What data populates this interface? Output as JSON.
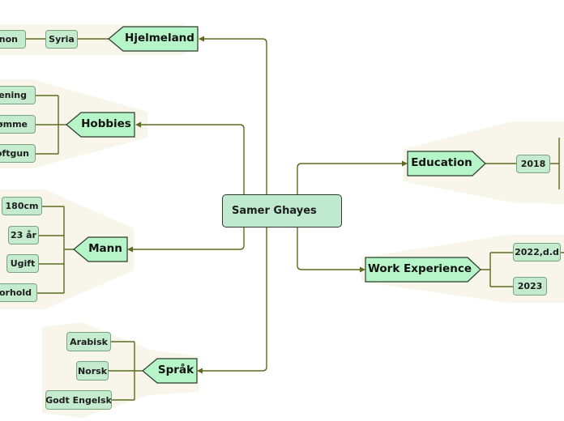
{
  "central": {
    "label": "Samer Ghayes"
  },
  "branches": [
    {
      "label": "Hjelmeland",
      "children": [
        "anon",
        "Syria"
      ]
    },
    {
      "label": "Hobbies",
      "children": [
        "Trening",
        "vømme",
        "softgun"
      ]
    },
    {
      "label": "Mann",
      "children": [
        "180cm",
        "23 år",
        "Ugift",
        "forhold"
      ]
    },
    {
      "label": "Språk",
      "children": [
        "Arabisk",
        "Norsk",
        "Godt Engelsk"
      ]
    },
    {
      "label": "Education",
      "children": [
        "2018"
      ]
    },
    {
      "label": "Work Experience",
      "children": [
        "2022,d.d",
        "2023"
      ]
    }
  ],
  "colors": {
    "node_fill": "#c5ebcf",
    "branch_fill": "#b6f5c8",
    "connector": "#5d6b1f",
    "group_bg": "#f8f5ea"
  }
}
